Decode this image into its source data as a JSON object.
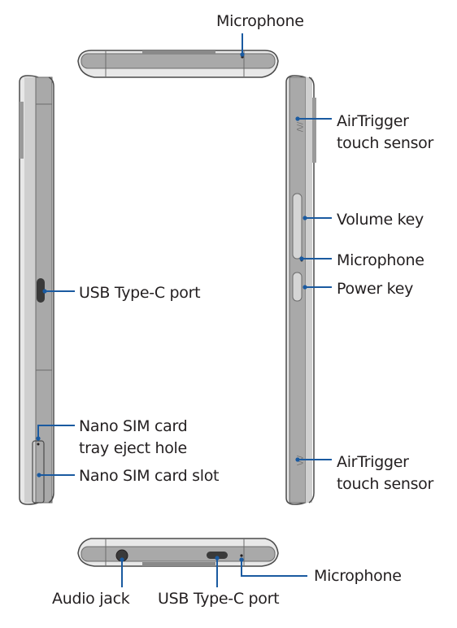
{
  "colors": {
    "callout": "#1a5aa0",
    "body": "#a9a9a9",
    "body_dark": "#6b6b6b",
    "body_light": "#e8e8e8",
    "outline": "#4a4a4a"
  },
  "labels": {
    "top_microphone": "Microphone",
    "airtrigger_top_line1": "AirTrigger",
    "airtrigger_top_line2": "touch sensor",
    "volume_key": "Volume key",
    "side_microphone": "Microphone",
    "power_key": "Power key",
    "usb_left": "USB Type-C port",
    "sim_eject_line1": "Nano SIM card",
    "sim_eject_line2": "tray eject hole",
    "sim_slot": "Nano SIM card slot",
    "airtrigger_bottom_line1": "AirTrigger",
    "airtrigger_bottom_line2": "touch sensor",
    "audio_jack": "Audio jack",
    "usb_bottom": "USB Type-C port",
    "bottom_microphone": "Microphone"
  }
}
